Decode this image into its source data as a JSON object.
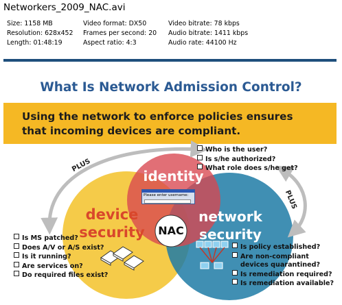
{
  "file": {
    "title": "Networkers_2009_NAC.avi",
    "info": {
      "size": "Size: 1158 MB",
      "resolution": "Resolution: 628x452",
      "length": "Length: 01:48:19",
      "video_format": "Video format: DX50",
      "fps": "Frames per second: 20",
      "aspect": "Aspect ratio: 4:3",
      "video_bitrate": "Video bitrate: 78 kbps",
      "audio_bitrate": "Audio bitrate: 1411 kbps",
      "audio_rate": "Audio rate: 44100 Hz"
    }
  },
  "slide": {
    "title": "What Is Network Admission Control?",
    "banner_line1": "Using the network to enforce policies ensures",
    "banner_line2": "that incoming devices are compliant.",
    "circles": {
      "identity": "identity",
      "device_1": "device",
      "device_2": "security",
      "network_1": "network",
      "network_2": "security",
      "center": "NAC"
    },
    "plus_left": "PLUS",
    "plus_right": "PLUS",
    "dialog_text": "Please enter username:",
    "identity_questions": [
      "Who is the user?",
      "Is s/he authorized?",
      "What role does s/he get?"
    ],
    "device_questions": [
      "Is MS patched?",
      "Does A/V or A/S exist?",
      "Is it running?",
      "Are services on?",
      "Do required files exist?"
    ],
    "network_questions": [
      "Is policy established?",
      "Are non-compliant",
      "devices quarantined?",
      "Is remediation required?",
      "Is remediation available?"
    ],
    "colors": {
      "title_blue": "#2b5a93",
      "banner_yellow": "#f5b824",
      "identity_red": "#d9474f",
      "device_yellow": "#f4c430",
      "network_blue": "#1f7ba6"
    }
  }
}
